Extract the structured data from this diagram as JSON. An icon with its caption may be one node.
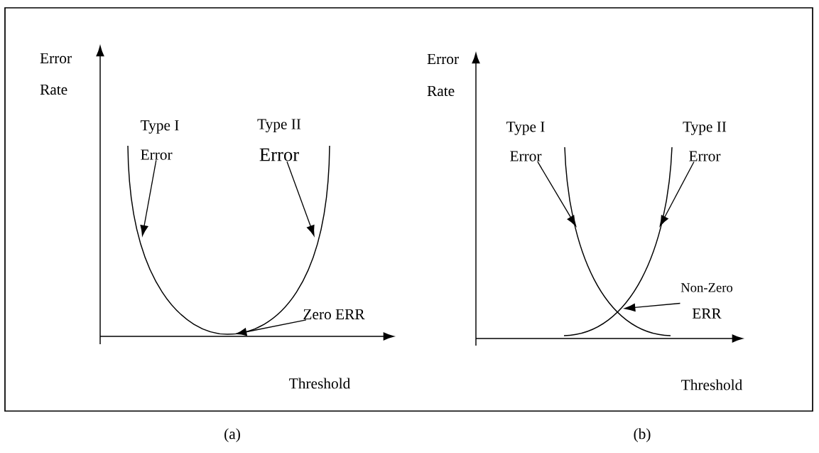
{
  "diagram": {
    "nodes": [
      {
        "text": [
          "Type I",
          "Error"
        ]
      },
      {
        "text": [
          "Type II",
          "Error"
        ]
      },
      {
        "text": [
          "Zero ERR"
        ]
      },
      {
        "text": [
          "Type I",
          "Error"
        ]
      },
      {
        "text": [
          "Type II",
          "Error"
        ]
      },
      {
        "text": [
          "Non-Zero",
          "ERR"
        ]
      }
    ],
    "edges": [
      {
        "from": 0,
        "to": null,
        "arrow": "to"
      },
      {
        "from": 1,
        "to": null,
        "arrow": "to"
      },
      {
        "from": 2,
        "to": null,
        "arrow": "to"
      },
      {
        "from": 3,
        "to": null,
        "arrow": "to"
      },
      {
        "from": 4,
        "to": null,
        "arrow": "to"
      },
      {
        "from": 5,
        "to": null,
        "arrow": "to"
      }
    ],
    "labels": [
      "Error",
      "Rate",
      "Threshold",
      "(a)",
      "Error",
      "Rate",
      "Threshold",
      "(b)"
    ]
  }
}
